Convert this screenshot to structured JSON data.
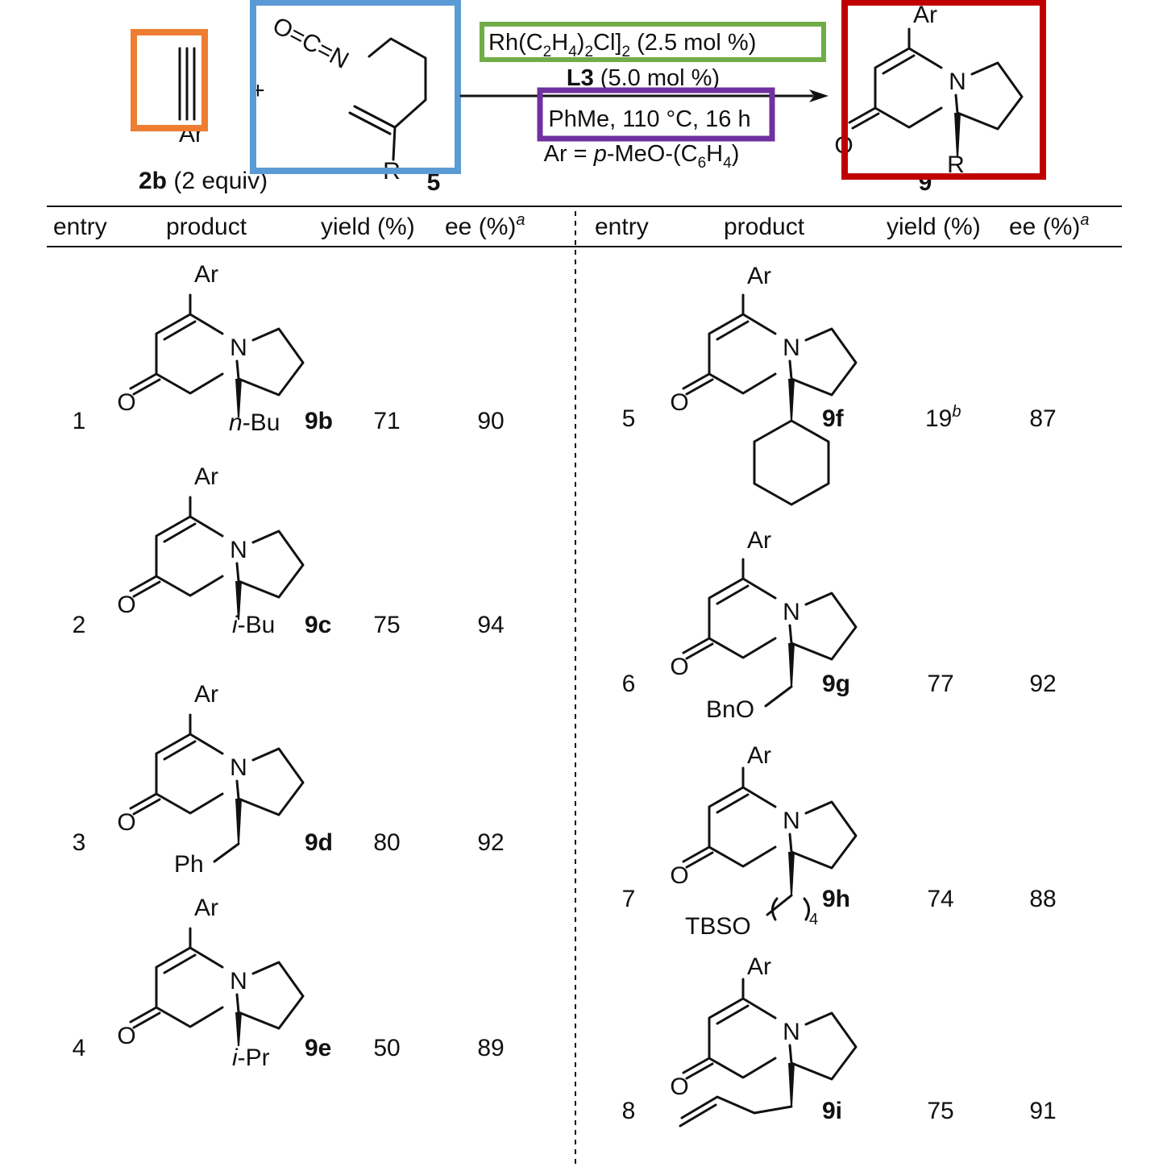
{
  "colors": {
    "alkyne_box": "#ed7d31",
    "isocyanate_box": "#5b9bd5",
    "catalyst_box": "#70ad47",
    "solvent_box": "#7030a0",
    "product_box": "#c00000"
  },
  "scheme": {
    "reagent_alkyne": {
      "aryl": "Ar",
      "label": "2b",
      "equiv": " (2 equiv)"
    },
    "plus": "+",
    "reagent_isocyanate": {
      "isocyanate": "O=C=N",
      "substituent": "R",
      "label": "5"
    },
    "conditions": {
      "catalyst": {
        "a": "Rh(C",
        "s1": "2",
        "b": "H",
        "s2": "4",
        "c": ")",
        "s3": "2",
        "d": "Cl]",
        "s4": "2",
        "e": " (2.5 mol %)"
      },
      "ligand": {
        "name": "L3",
        "amount": " (5.0 mol %)"
      },
      "solvent": "PhMe, 110 °C, 16 h",
      "aryl_def": {
        "a": "Ar = ",
        "p": "p",
        "b": "-MeO-(C",
        "s1": "6",
        "c": "H",
        "s2": "4",
        "d": ")"
      }
    },
    "product": {
      "aryl": "Ar",
      "nitrogen": "N",
      "oxygen": "O",
      "substituent": "R",
      "label": "9"
    }
  },
  "table": {
    "headers": {
      "entry": "entry",
      "product": "product",
      "yield": "yield (%)",
      "ee": "ee (%)",
      "ee_note": "a"
    },
    "atoms": {
      "aryl": "Ar",
      "nitrogen": "N",
      "oxygen": "O"
    },
    "rows": [
      {
        "entry": "1",
        "r_prefix": "n",
        "r_main": "-Bu",
        "compound": "9b",
        "yield": "71",
        "yield_note": "",
        "ee": "90"
      },
      {
        "entry": "2",
        "r_prefix": "i",
        "r_main": "-Bu",
        "compound": "9c",
        "yield": "75",
        "yield_note": "",
        "ee": "94"
      },
      {
        "entry": "3",
        "r_prefix": "",
        "r_main": "Ph",
        "compound": "9d",
        "yield": "80",
        "yield_note": "",
        "ee": "92"
      },
      {
        "entry": "4",
        "r_prefix": "i",
        "r_main": "-Pr",
        "compound": "9e",
        "yield": "50",
        "yield_note": "",
        "ee": "89"
      },
      {
        "entry": "5",
        "r_prefix": "",
        "r_main": "",
        "compound": "9f",
        "yield": "19",
        "yield_note": "b",
        "ee": "87"
      },
      {
        "entry": "6",
        "r_prefix": "",
        "r_main": "BnO",
        "compound": "9g",
        "yield": "77",
        "yield_note": "",
        "ee": "92"
      },
      {
        "entry": "7",
        "r_prefix": "",
        "r_main": "TBSO",
        "r_sub": "4",
        "compound": "9h",
        "yield": "74",
        "yield_note": "",
        "ee": "88"
      },
      {
        "entry": "8",
        "r_prefix": "",
        "r_main": "",
        "compound": "9i",
        "yield": "75",
        "yield_note": "",
        "ee": "91"
      }
    ]
  }
}
